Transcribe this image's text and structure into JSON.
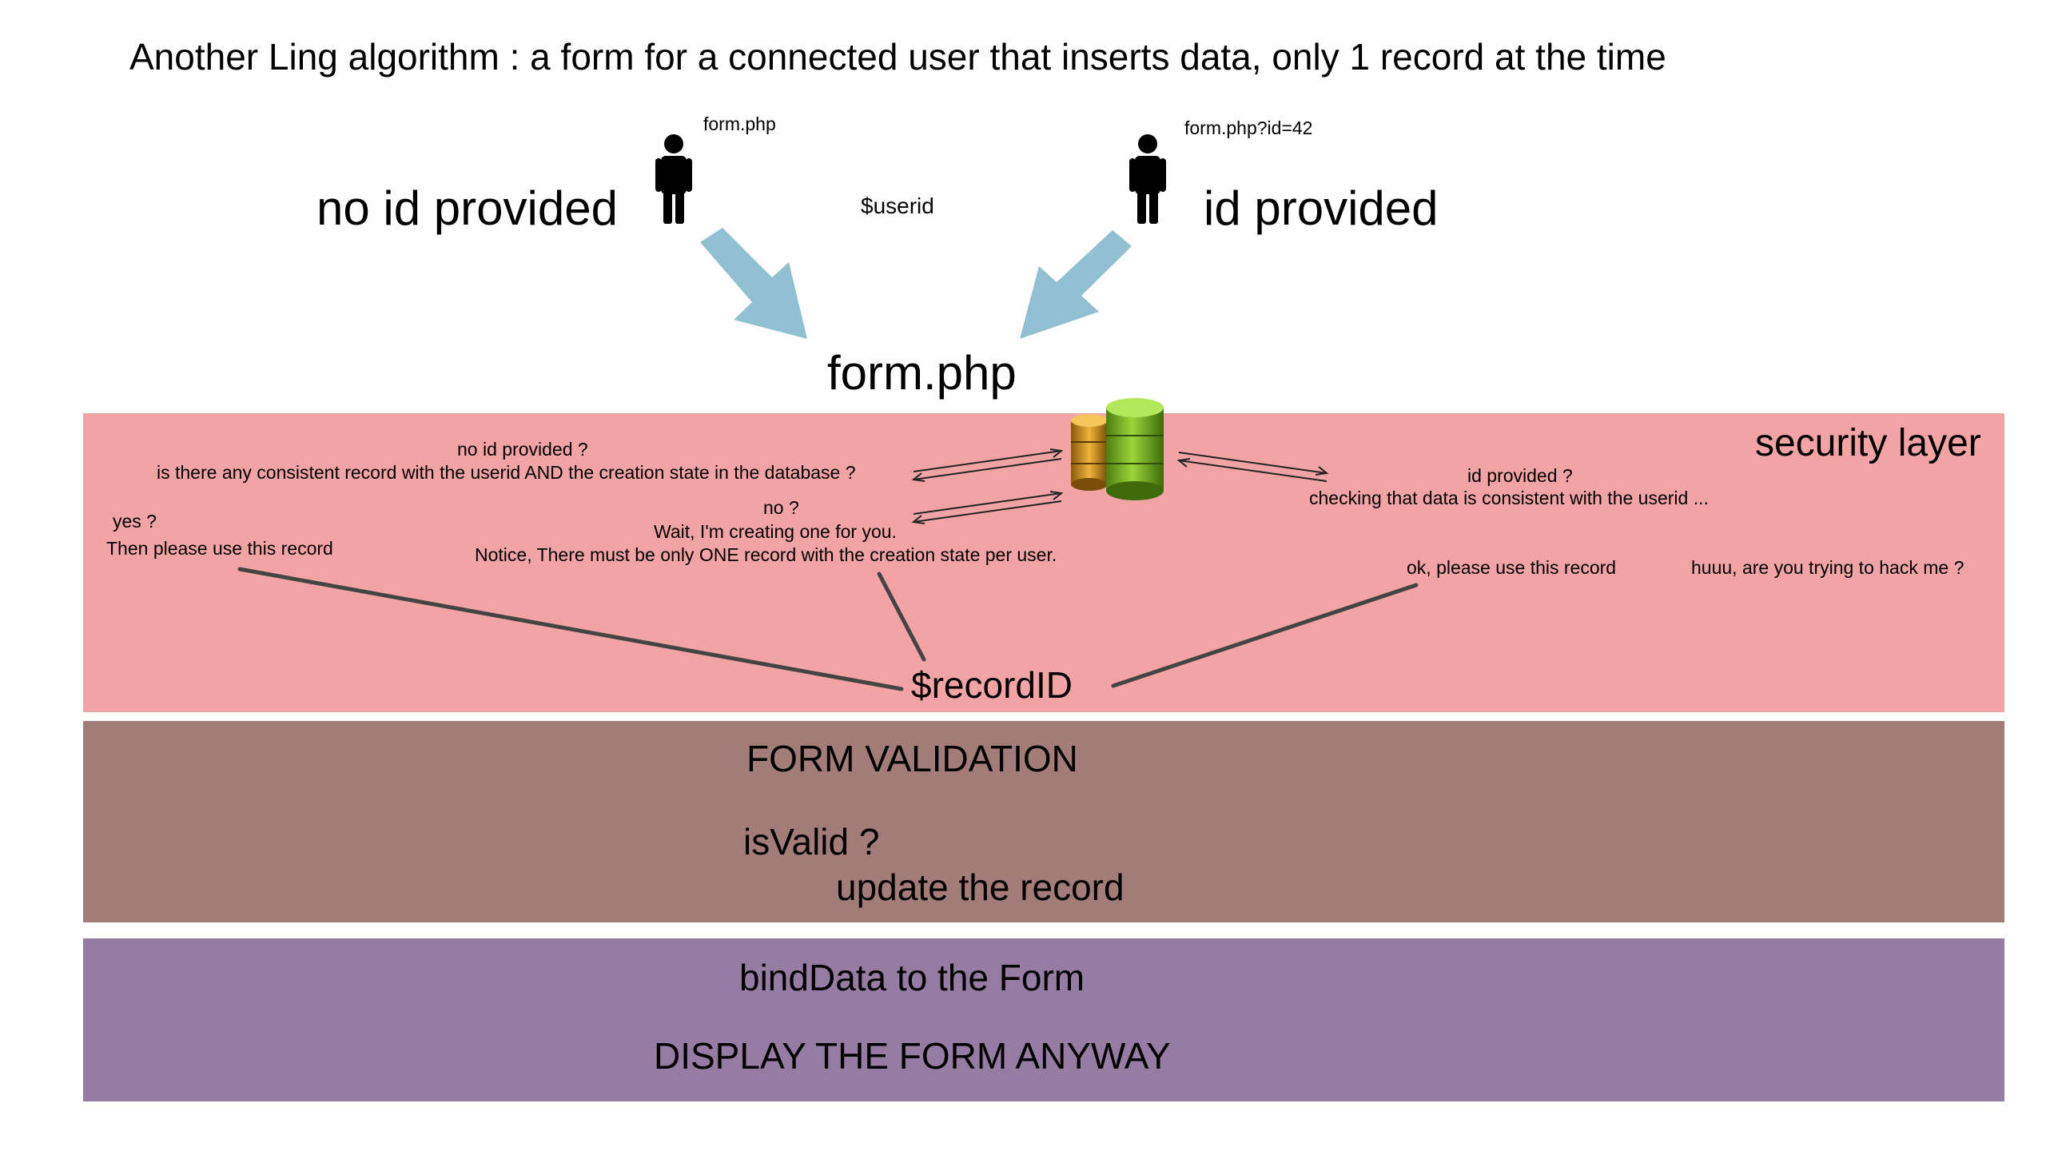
{
  "title": "Another Ling algorithm : a form for a connected user that inserts data, only 1 record at the time",
  "top": {
    "left_url": "form.php",
    "right_url": "form.php?id=42",
    "left_label": "no id provided",
    "right_label": "id provided",
    "userid": "$userid",
    "form_label": "form.php"
  },
  "security_layer": {
    "heading": "security layer",
    "no_id_q": "no id provided ?",
    "consistent_q": "is there any consistent record with the userid AND the creation state in the database ?",
    "yes_q": "yes ?",
    "yes_msg": "Then please use this record",
    "no_q": "no ?",
    "creating_msg": "Wait, I'm creating one for you.",
    "notice_msg": "Notice, There must be only ONE record with the creation state per user.",
    "id_q": "id provided ?",
    "checking_msg": "checking that data is consistent with the userid ...",
    "ok_msg": "ok, please use this record",
    "hack_msg": "huuu, are you trying to hack me ?",
    "record_id": "$recordID"
  },
  "validation_layer": {
    "heading": "FORM VALIDATION",
    "is_valid": "isValid ?",
    "update": "update the record"
  },
  "display_layer": {
    "bind": "bindData to the Form",
    "display": "DISPLAY THE FORM ANYWAY"
  },
  "colors": {
    "security_bg": "#f2a4a4",
    "validation_bg": "#a37c7a",
    "display_bg": "#957ca3",
    "arrow": "#92c0d3"
  }
}
